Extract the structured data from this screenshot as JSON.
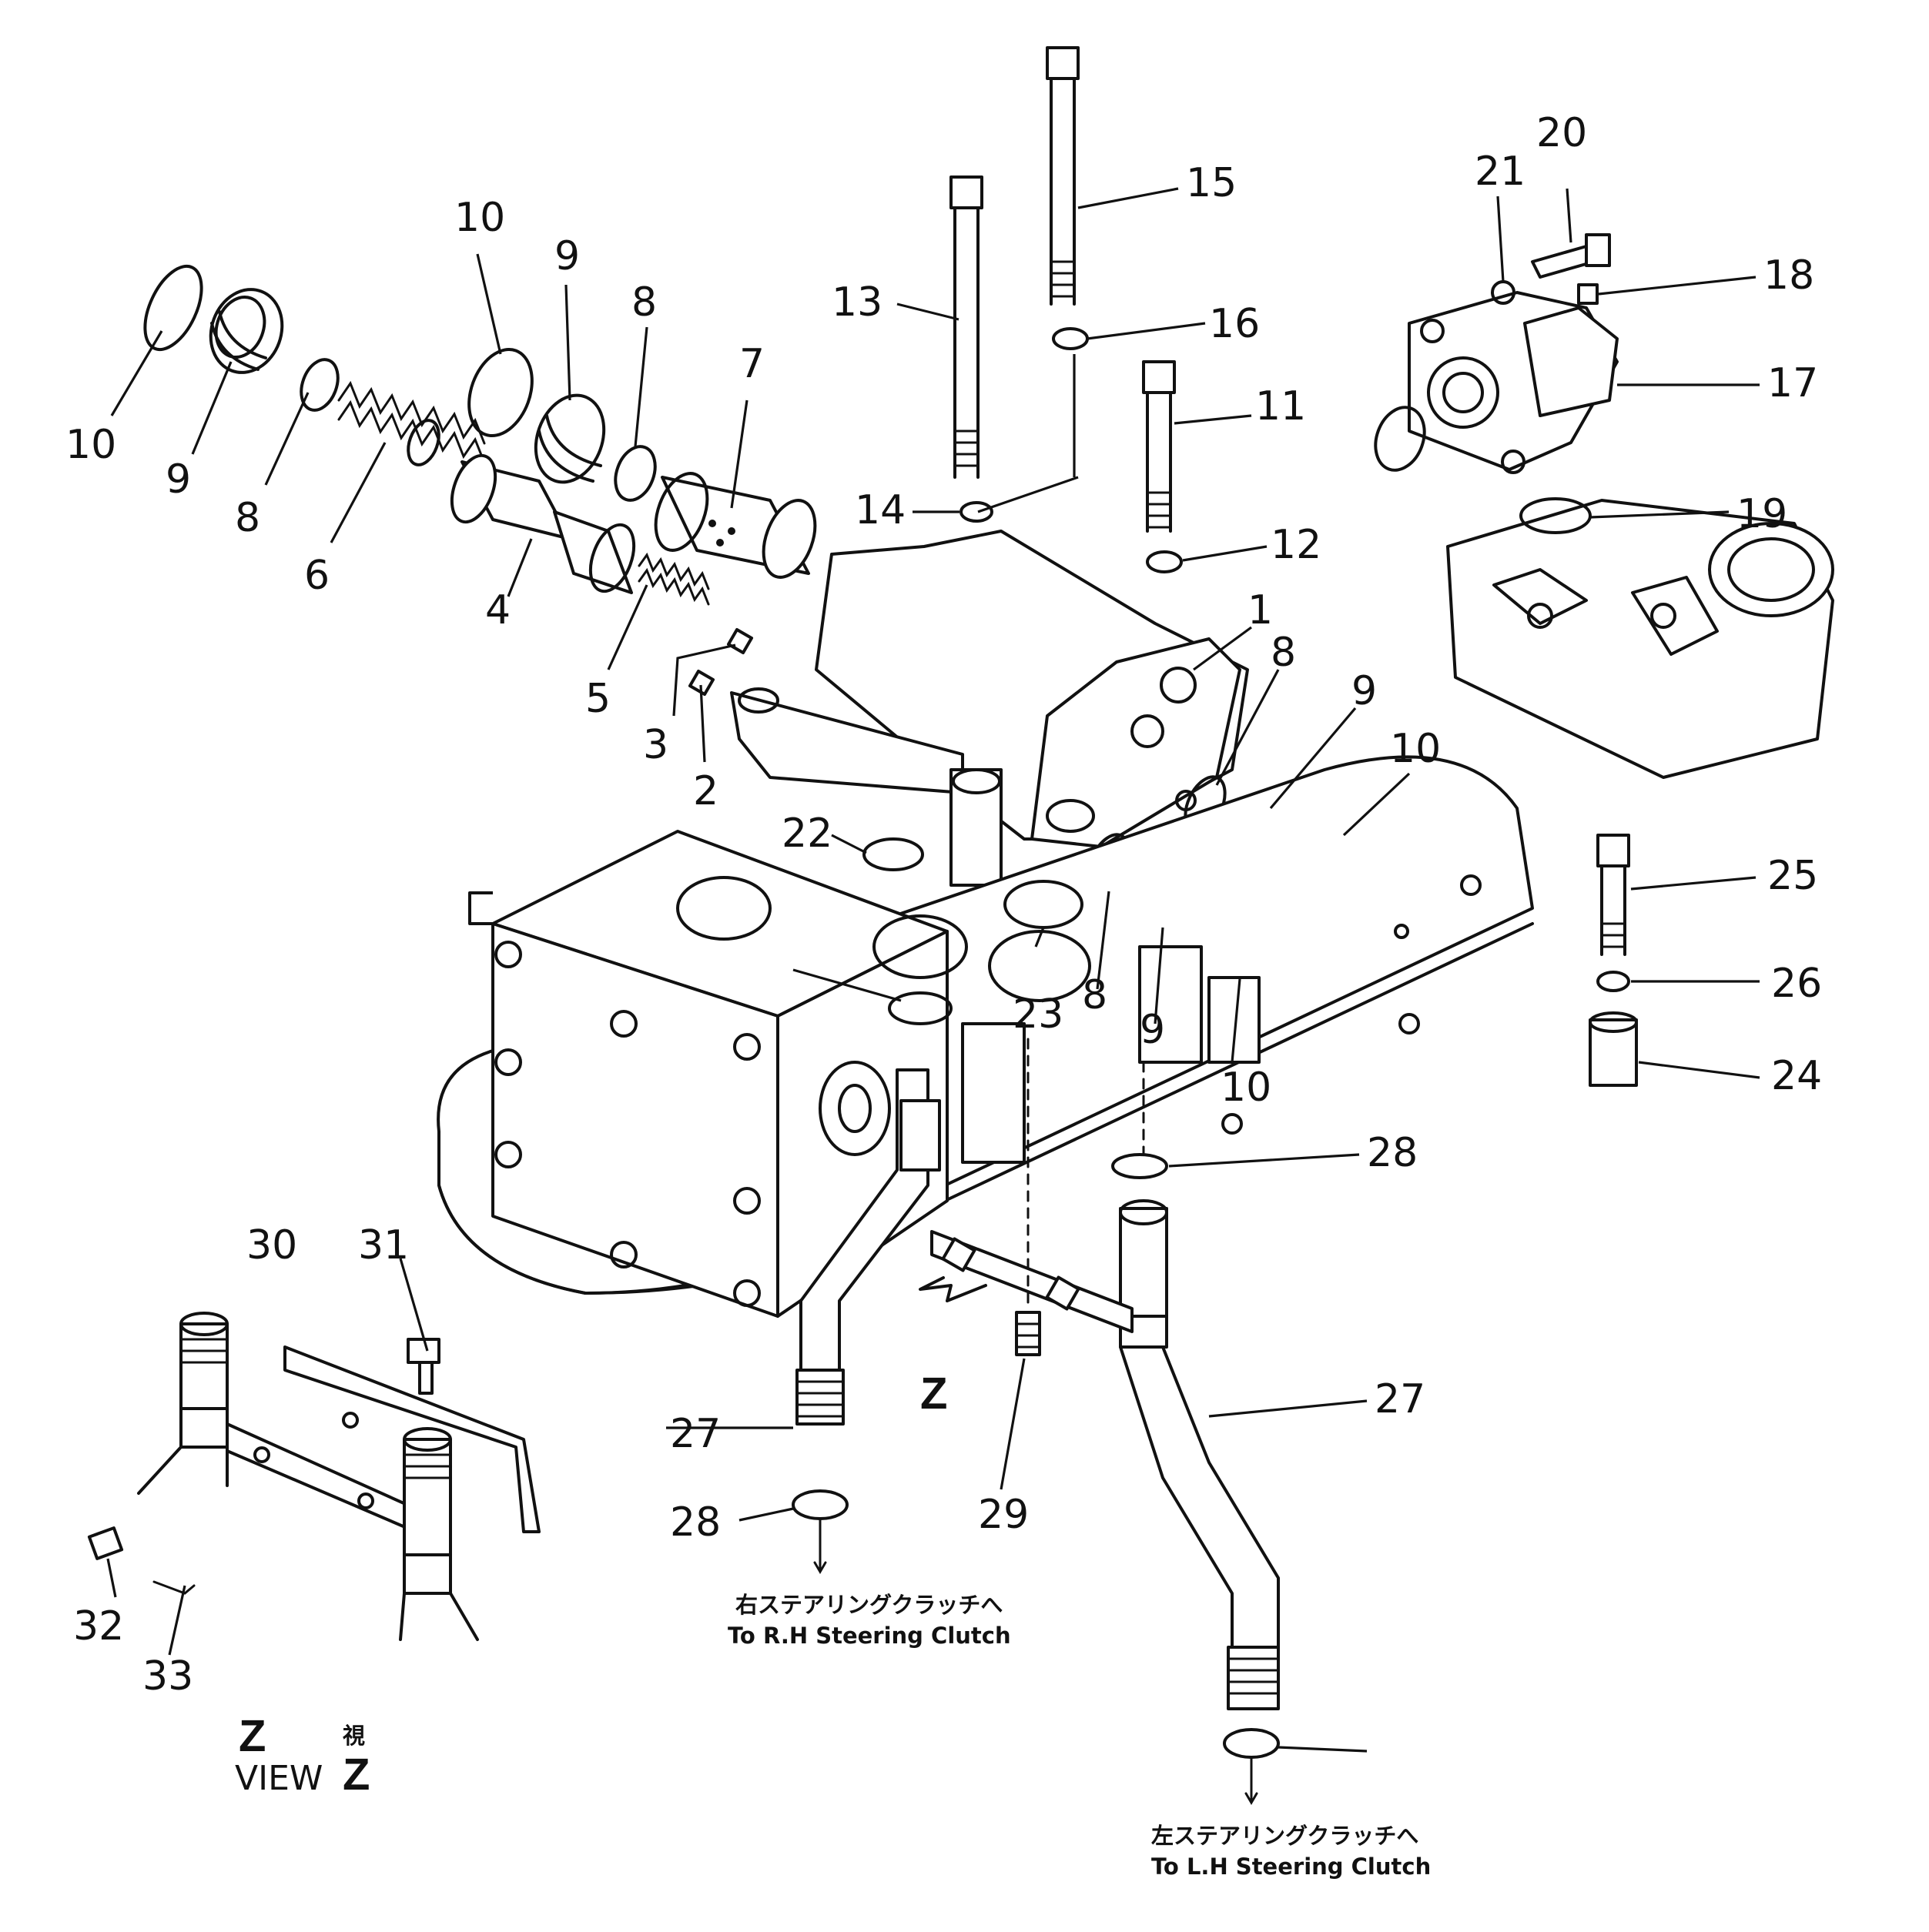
{
  "callouts": [
    {
      "id": "c10a",
      "text": "10"
    },
    {
      "id": "c9a",
      "text": "9"
    },
    {
      "id": "c8a",
      "text": "8"
    },
    {
      "id": "c6",
      "text": "6"
    },
    {
      "id": "c10b",
      "text": "10"
    },
    {
      "id": "c9b",
      "text": "9"
    },
    {
      "id": "c8b",
      "text": "8"
    },
    {
      "id": "c7",
      "text": "7"
    },
    {
      "id": "c4",
      "text": "4"
    },
    {
      "id": "c5",
      "text": "5"
    },
    {
      "id": "c3",
      "text": "3"
    },
    {
      "id": "c2",
      "text": "2"
    },
    {
      "id": "c13",
      "text": "13"
    },
    {
      "id": "c15",
      "text": "15"
    },
    {
      "id": "c16",
      "text": "16"
    },
    {
      "id": "c14",
      "text": "14"
    },
    {
      "id": "c11",
      "text": "11"
    },
    {
      "id": "c12",
      "text": "12"
    },
    {
      "id": "c1",
      "text": "1"
    },
    {
      "id": "c21",
      "text": "21"
    },
    {
      "id": "c20",
      "text": "20"
    },
    {
      "id": "c18",
      "text": "18"
    },
    {
      "id": "c17",
      "text": "17"
    },
    {
      "id": "c19",
      "text": "19"
    },
    {
      "id": "c8c",
      "text": "8"
    },
    {
      "id": "c9c",
      "text": "9"
    },
    {
      "id": "c10c",
      "text": "10"
    },
    {
      "id": "c22",
      "text": "22"
    },
    {
      "id": "c23",
      "text": "23"
    },
    {
      "id": "c8d",
      "text": "8"
    },
    {
      "id": "c9d",
      "text": "9"
    },
    {
      "id": "c10d",
      "text": "10"
    },
    {
      "id": "c25",
      "text": "25"
    },
    {
      "id": "c26",
      "text": "26"
    },
    {
      "id": "c24",
      "text": "24"
    },
    {
      "id": "c28a",
      "text": "28"
    },
    {
      "id": "c30",
      "text": "30"
    },
    {
      "id": "c31",
      "text": "31"
    },
    {
      "id": "c27a",
      "text": "27"
    },
    {
      "id": "c27b",
      "text": "27"
    },
    {
      "id": "c28b",
      "text": "28"
    },
    {
      "id": "c29",
      "text": "29"
    },
    {
      "id": "c32",
      "text": "32"
    },
    {
      "id": "c33",
      "text": "33"
    }
  ],
  "direction_marker": "Z",
  "notes": {
    "rh_jp": "右ステアリングクラッチへ",
    "rh_en": "To R.H Steering Clutch",
    "lh_jp": "左ステアリングクラッチへ",
    "lh_en": "To L.H Steering Clutch"
  },
  "view": {
    "jp_z": "Z",
    "jp_kanji": "視",
    "en_label": "VIEW",
    "en_z": "Z"
  }
}
